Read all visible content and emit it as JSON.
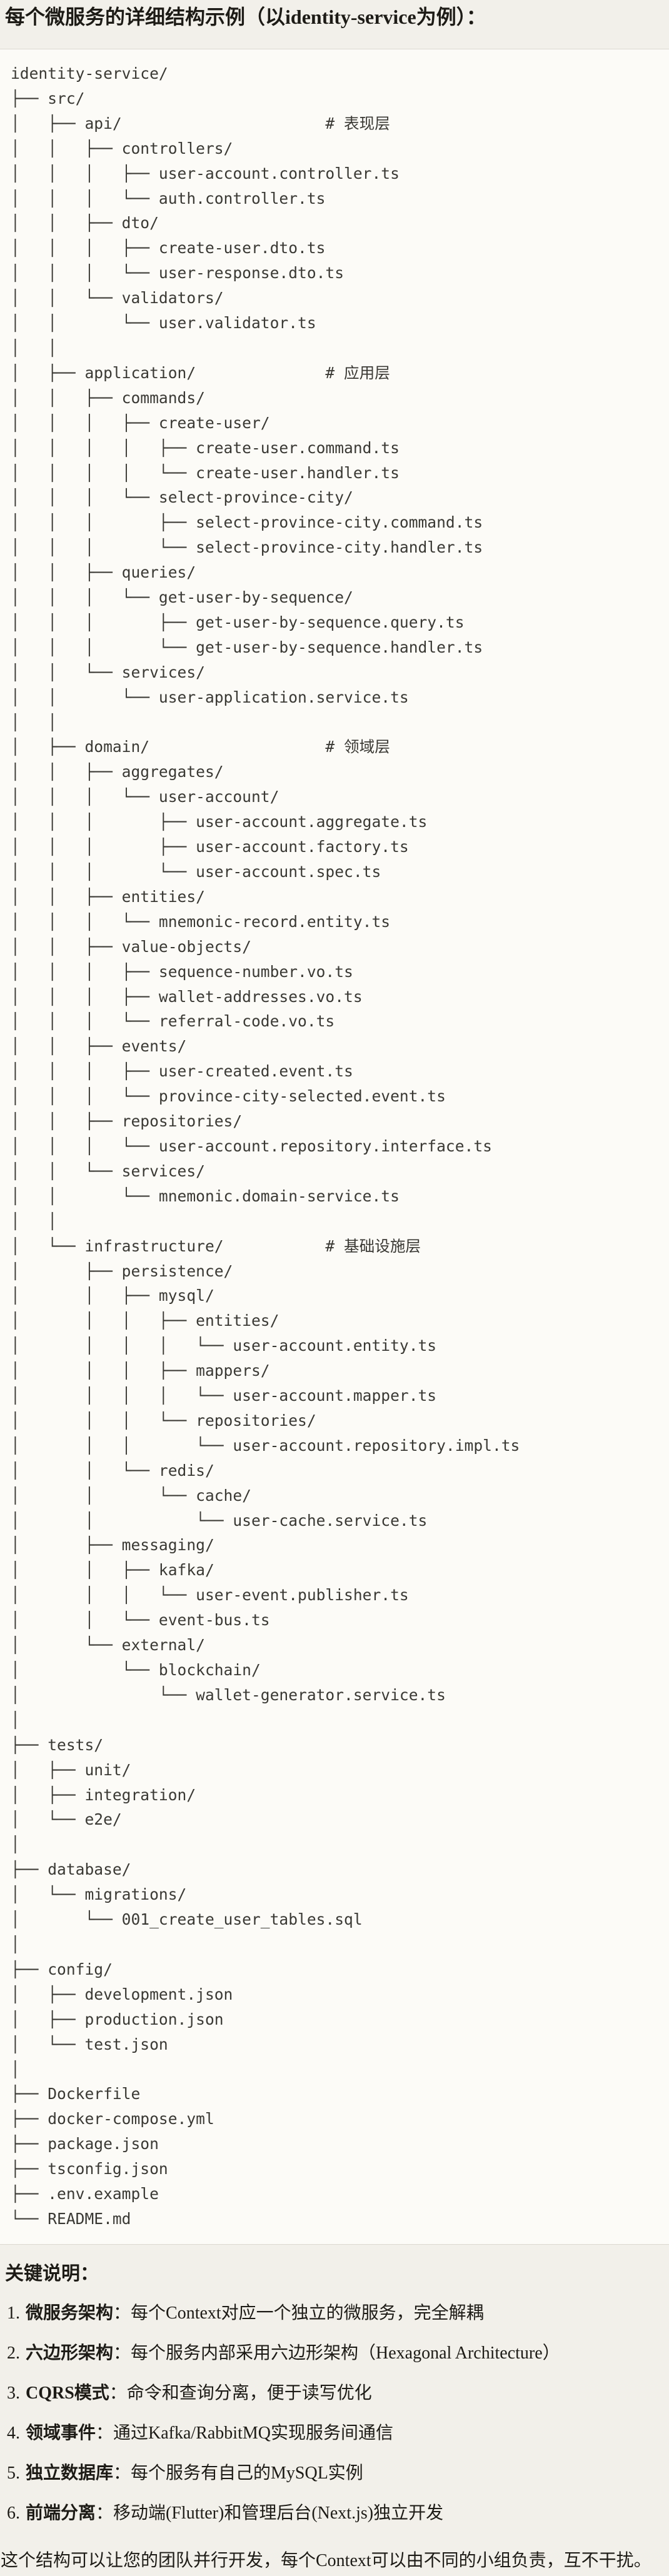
{
  "page": {
    "title": "每个微服务的详细结构示例（以identity-service为例）：",
    "colors": {
      "page_bg": "#f2f0ea",
      "code_bg": "#fcfbf7",
      "border": "#dcd9d1",
      "code_text": "#3a3934",
      "text": "#1d1b16"
    }
  },
  "tree": {
    "lines": [
      "identity-service/",
      "├── src/",
      "│   ├── api/                      # 表现层",
      "│   │   ├── controllers/",
      "│   │   │   ├── user-account.controller.ts",
      "│   │   │   └── auth.controller.ts",
      "│   │   ├── dto/",
      "│   │   │   ├── create-user.dto.ts",
      "│   │   │   └── user-response.dto.ts",
      "│   │   └── validators/",
      "│   │       └── user.validator.ts",
      "│   │",
      "│   ├── application/              # 应用层",
      "│   │   ├── commands/",
      "│   │   │   ├── create-user/",
      "│   │   │   │   ├── create-user.command.ts",
      "│   │   │   │   └── create-user.handler.ts",
      "│   │   │   └── select-province-city/",
      "│   │   │       ├── select-province-city.command.ts",
      "│   │   │       └── select-province-city.handler.ts",
      "│   │   ├── queries/",
      "│   │   │   └── get-user-by-sequence/",
      "│   │   │       ├── get-user-by-sequence.query.ts",
      "│   │   │       └── get-user-by-sequence.handler.ts",
      "│   │   └── services/",
      "│   │       └── user-application.service.ts",
      "│   │",
      "│   ├── domain/                   # 领域层",
      "│   │   ├── aggregates/",
      "│   │   │   └── user-account/",
      "│   │   │       ├── user-account.aggregate.ts",
      "│   │   │       ├── user-account.factory.ts",
      "│   │   │       └── user-account.spec.ts",
      "│   │   ├── entities/",
      "│   │   │   └── mnemonic-record.entity.ts",
      "│   │   ├── value-objects/",
      "│   │   │   ├── sequence-number.vo.ts",
      "│   │   │   ├── wallet-addresses.vo.ts",
      "│   │   │   └── referral-code.vo.ts",
      "│   │   ├── events/",
      "│   │   │   ├── user-created.event.ts",
      "│   │   │   └── province-city-selected.event.ts",
      "│   │   ├── repositories/",
      "│   │   │   └── user-account.repository.interface.ts",
      "│   │   └── services/",
      "│   │       └── mnemonic.domain-service.ts",
      "│   │",
      "│   └── infrastructure/           # 基础设施层",
      "│       ├── persistence/",
      "│       │   ├── mysql/",
      "│       │   │   ├── entities/",
      "│       │   │   │   └── user-account.entity.ts",
      "│       │   │   ├── mappers/",
      "│       │   │   │   └── user-account.mapper.ts",
      "│       │   │   └── repositories/",
      "│       │   │       └── user-account.repository.impl.ts",
      "│       │   └── redis/",
      "│       │       └── cache/",
      "│       │           └── user-cache.service.ts",
      "│       ├── messaging/",
      "│       │   ├── kafka/",
      "│       │   │   └── user-event.publisher.ts",
      "│       │   └── event-bus.ts",
      "│       └── external/",
      "│           └── blockchain/",
      "│               └── wallet-generator.service.ts",
      "│",
      "├── tests/",
      "│   ├── unit/",
      "│   ├── integration/",
      "│   └── e2e/",
      "│",
      "├── database/",
      "│   └── migrations/",
      "│       └── 001_create_user_tables.sql",
      "│",
      "├── config/",
      "│   ├── development.json",
      "│   ├── production.json",
      "│   └── test.json",
      "│",
      "├── Dockerfile",
      "├── docker-compose.yml",
      "├── package.json",
      "├── tsconfig.json",
      "├── .env.example",
      "└── README.md"
    ]
  },
  "notes": {
    "heading": "关键说明：",
    "items": [
      {
        "num": "1.",
        "term": "微服务架构",
        "desc": "：每个Context对应一个独立的微服务，完全解耦"
      },
      {
        "num": "2.",
        "term": "六边形架构",
        "desc": "：每个服务内部采用六边形架构（Hexagonal Architecture）"
      },
      {
        "num": "3.",
        "term": "CQRS模式",
        "desc": "：命令和查询分离，便于读写优化"
      },
      {
        "num": "4.",
        "term": "领域事件",
        "desc": "：通过Kafka/RabbitMQ实现服务间通信"
      },
      {
        "num": "5.",
        "term": "独立数据库",
        "desc": "：每个服务有自己的MySQL实例"
      },
      {
        "num": "6.",
        "term": "前端分离",
        "desc": "：移动端(Flutter)和管理后台(Next.js)独立开发"
      }
    ],
    "footer": "这个结构可以让您的团队并行开发，每个Context可以由不同的小组负责，互不干扰。"
  }
}
